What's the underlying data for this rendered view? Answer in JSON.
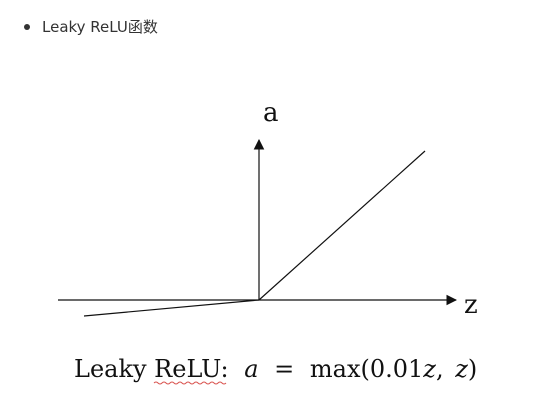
{
  "list": {
    "items": [
      {
        "text": "Leaky ReLU函数"
      }
    ]
  },
  "figure": {
    "y_axis_label": "a",
    "x_axis_label": "z",
    "caption": {
      "prefix": "Leaky ReLU:",
      "var_a": "a",
      "equals": "=",
      "func": "max(0.01",
      "var_z1": "z",
      "comma": ",",
      "var_z2": "z",
      "close": ")"
    },
    "function": {
      "name": "Leaky ReLU",
      "negative_slope": 0.01,
      "positive_slope": 1
    },
    "colors": {
      "line": "#111111",
      "spellcheck_underline": "#d9534f"
    }
  }
}
